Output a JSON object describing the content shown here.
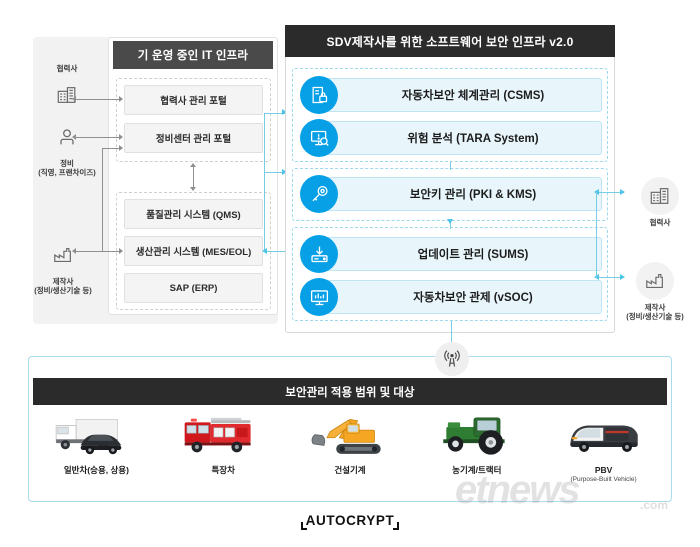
{
  "left_panel": {
    "header": "기 운영 중인 IT 인프라",
    "group_top": [
      {
        "label": "협력사 관리 포털"
      },
      {
        "label": "정비센터 관리 포털"
      }
    ],
    "group_bottom": [
      {
        "label": "품질관리 시스템 (QMS)"
      },
      {
        "label": "생산관리 시스템 (MES/EOL)"
      },
      {
        "label": "SAP (ERP)"
      }
    ]
  },
  "left_entities": [
    {
      "icon": "building-icon",
      "label": "협력사",
      "label_position": "top"
    },
    {
      "icon": "person-icon",
      "label": "정비\n(직영, 프랜차이즈)",
      "label_line1": "정비",
      "label_line2": "(직영, 프랜차이즈)",
      "label_position": "bottom"
    },
    {
      "icon": "factory-icon",
      "label_line1": "제작사",
      "label_line2": "(정비/생산기술 등)",
      "label_position": "bottom"
    }
  ],
  "right_entities": [
    {
      "icon": "building-icon",
      "label_line1": "협력사",
      "label_line2": ""
    },
    {
      "icon": "factory-icon",
      "label_line1": "제작사",
      "label_line2": "(정비/생산기술 등)"
    }
  ],
  "sdv_panel": {
    "header": "SDV제작사를 위한 소프트웨어 보안 인프라 v2.0",
    "groups": [
      {
        "rows": [
          {
            "icon": "server-lock-icon",
            "label": "자동차보안 체계관리 (CSMS)"
          },
          {
            "icon": "monitor-search-icon",
            "label": "위험 분석 (TARA System)"
          }
        ]
      },
      {
        "rows": [
          {
            "icon": "key-icon",
            "label": "보안키 관리 (PKI & KMS)"
          }
        ]
      },
      {
        "rows": [
          {
            "icon": "download-drive-icon",
            "label": "업데이트 관리 (SUMS)"
          },
          {
            "icon": "monitor-chart-icon",
            "label": "자동차보안 관제 (vSOC)"
          }
        ]
      }
    ]
  },
  "antenna": {
    "icon": "wireless-tower-icon"
  },
  "scope": {
    "header": "보안관리 적용 범위 및 대상",
    "items": [
      {
        "art": "truck-and-car-icon",
        "label": "일반차(승용, 상용)",
        "sub": ""
      },
      {
        "art": "fire-truck-icon",
        "label": "특장차",
        "sub": ""
      },
      {
        "art": "excavator-icon",
        "label": "건설기계",
        "sub": ""
      },
      {
        "art": "tractor-icon",
        "label": "농기계/트랙터",
        "sub": ""
      },
      {
        "art": "pbv-van-icon",
        "label": "PBV",
        "sub": "(Purpose-Built Vehicle)"
      }
    ]
  },
  "brand": {
    "name": "AUTOCRYPT"
  },
  "watermark": {
    "main": "etnews",
    "sub": ".com"
  },
  "colors": {
    "accent_blue": "#07a0e6",
    "light_blue_fill": "#e8f6fc",
    "light_blue_border": "#bfe5f5",
    "cyan_connector": "#4dc4e8",
    "dark_header": "#2b2b2b",
    "grey_header": "#4a4a4a",
    "panel_grey": "#f2f2f2"
  }
}
